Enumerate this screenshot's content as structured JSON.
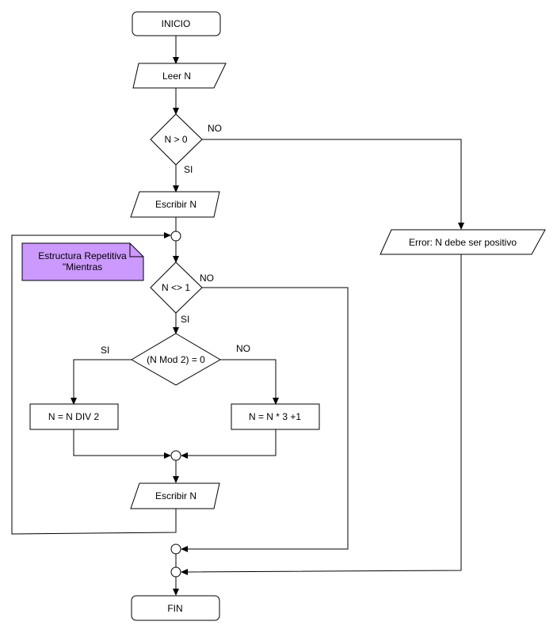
{
  "flowchart": {
    "start": "INICIO",
    "read": "Leer N",
    "cond_positive": "N > 0",
    "cond_positive_no": "NO",
    "cond_positive_yes": "SI",
    "write_initial": "Escribir N",
    "error": "Error: N debe ser positivo",
    "note_line1": "Estructura Repetitiva",
    "note_line2": "\"Mientras",
    "note_color": "#cc99ff",
    "cond_loop": "N <> 1",
    "cond_loop_no": "NO",
    "cond_loop_yes": "SI",
    "cond_even": "(N Mod 2) = 0",
    "cond_even_yes": "SI",
    "cond_even_no": "NO",
    "process_even": "N = N DIV 2",
    "process_odd": "N = N * 3 +1",
    "write_loop": "Escribir N",
    "end": "FIN"
  }
}
